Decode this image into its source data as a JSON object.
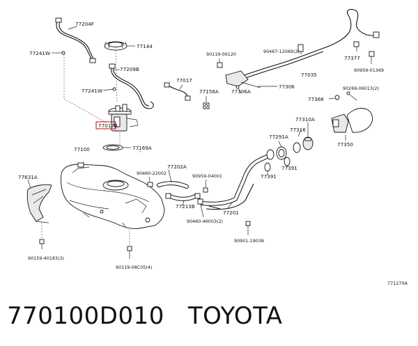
{
  "diagram": {
    "highlight_color": "#d40000",
    "labels": {
      "p77204f": "77204F",
      "p77144": "77144",
      "p77241w_a": "77241W",
      "p77209b": "77209B",
      "p77241w_b": "77241W",
      "p77017b": "77017B",
      "p77017": "77017",
      "p77158a": "77158A",
      "p90119_06120": "90119-06120",
      "p90467_12069": "90467-12069(2)",
      "p77035": "77035",
      "p77377": "77377",
      "p90959_01369": "90959-01369",
      "p77306": "77306",
      "p77306a": "77306A",
      "p77366": "77366",
      "p90269_06013": "90269-06013(2)",
      "p77310a": "77310A",
      "p77316": "77316",
      "p77291a": "77291A",
      "p77350": "77350",
      "p77391_a": "77391",
      "p77391_b": "77391",
      "p77100": "77100",
      "p77169a": "77169A",
      "p77202a": "77202A",
      "p90460_22002": "90460-22002",
      "p90959_04001": "90959-04001",
      "p77631a": "77631A",
      "p77213b": "77213B",
      "p77201": "77201",
      "p90460_46003": "90460-46003(2)",
      "p90901_19038": "90901-19038",
      "p90159_40183": "90159-40183(3)",
      "p90119_08c05": "90119-08C05(4)",
      "code": "771270A"
    }
  },
  "caption": {
    "part_number": "770100D010",
    "brand": "TOYOTA"
  }
}
